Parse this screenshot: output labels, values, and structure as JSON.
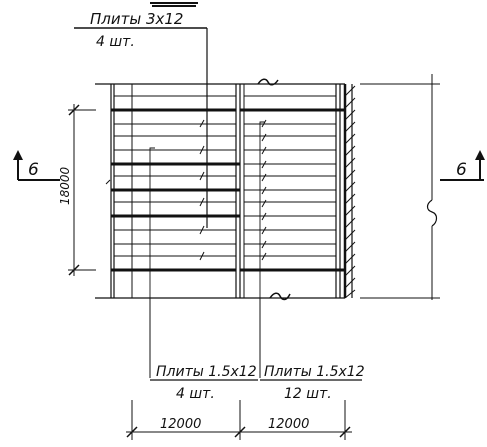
{
  "labels": {
    "top_slabs_title": "Плиты 3x12",
    "top_slabs_count": "4 шт.",
    "bottom_left_title": "Плиты 1.5x12",
    "bottom_left_count": "4 шт.",
    "bottom_right_title": "Плиты 1.5x12",
    "bottom_right_count": "12 шт.",
    "section_left": "6",
    "section_right": "6",
    "vertical_dim": "18000",
    "span_left": "12000",
    "span_right": "12000"
  },
  "colors": {
    "ink": "#111111",
    "background": "#ffffff"
  },
  "icons": {
    "section_arrow": "arrow-up-icon",
    "wall_hatch": "hatched-wall-icon",
    "break_mark": "break-line-icon"
  }
}
